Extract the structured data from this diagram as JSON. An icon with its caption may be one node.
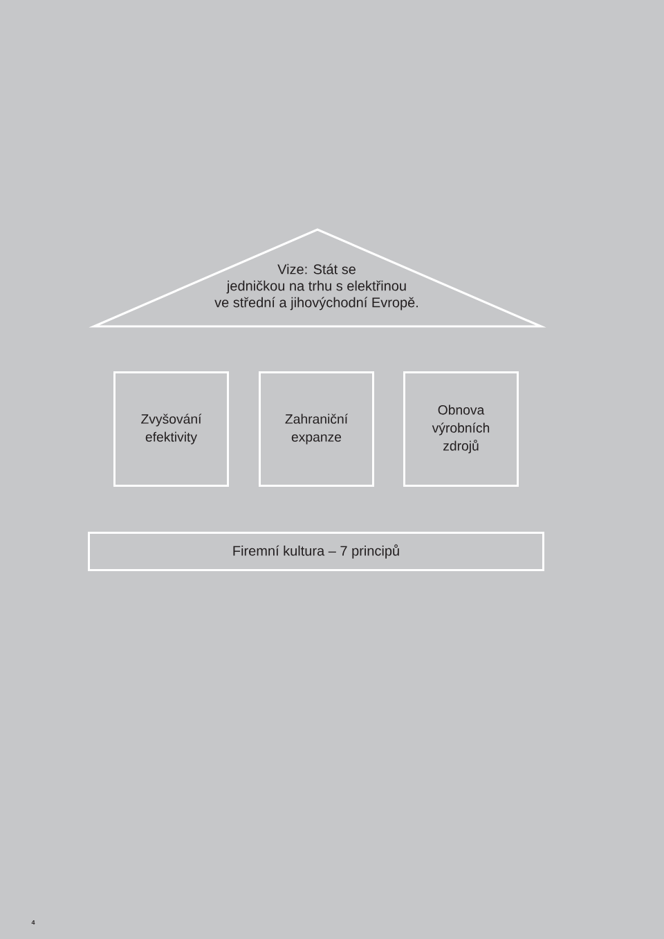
{
  "diagram": {
    "nodes": [
      {
        "text": [
          "Vize: Stát se jedničkou na trhu s elektřinou ve střední a jihovýchodní Evropě."
        ]
      },
      {
        "text": [
          "Zvyšování efektivity"
        ]
      },
      {
        "text": [
          "Zahraniční expanze"
        ]
      },
      {
        "text": [
          "Obnova výrobních zdrojů"
        ]
      },
      {
        "text": [
          "Firemní kultura – 7 principů"
        ]
      }
    ],
    "labels": [
      "4"
    ]
  }
}
